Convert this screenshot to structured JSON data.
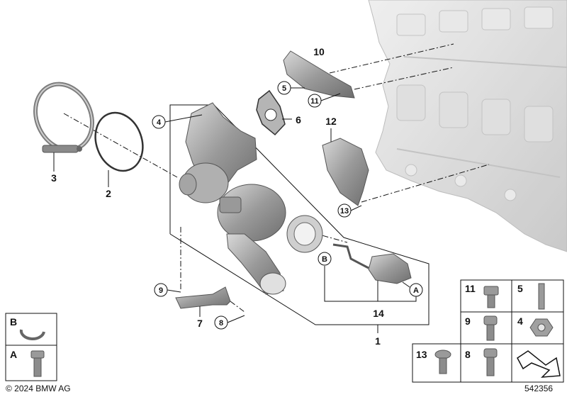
{
  "callouts": {
    "c1": "1",
    "c2": "2",
    "c3": "3",
    "c4": "4",
    "c5": "5",
    "c6": "6",
    "c7": "7",
    "c8": "8",
    "c9": "9",
    "c10": "10",
    "c11": "11",
    "c12": "12",
    "c13": "13",
    "c14": "14",
    "cA": "A",
    "cB": "B"
  },
  "legend_left": {
    "b": "B",
    "a": "A"
  },
  "legend_right": {
    "r1a": "11",
    "r1b": "5",
    "r2a": "9",
    "r2b": "4",
    "r3a": "13",
    "r3b": "8"
  },
  "footer": {
    "copyright": "© 2024 BMW AG",
    "diagram_number": "542356"
  },
  "colors": {
    "part_gray": "#8f8f8f",
    "part_light": "#c9c9c9",
    "line": "#111111",
    "engine": "#d6d6d6"
  }
}
